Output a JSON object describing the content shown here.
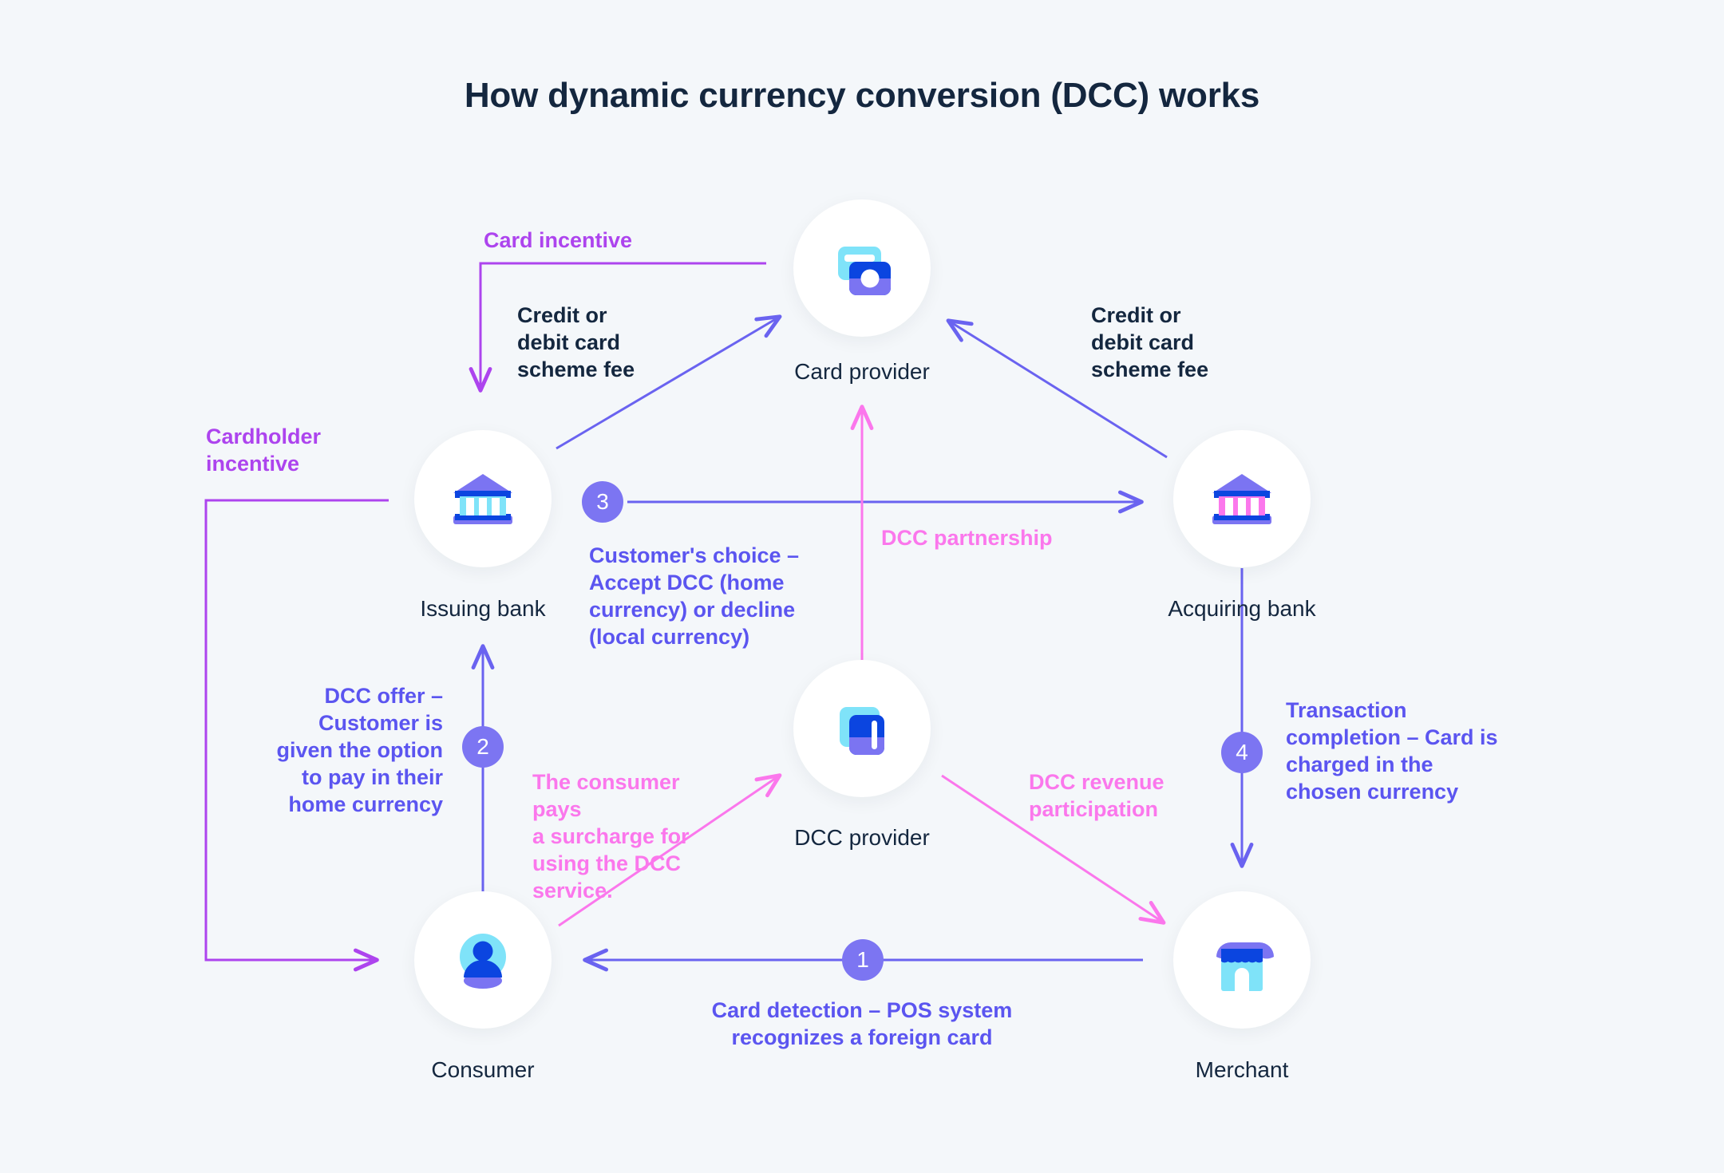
{
  "title": "How dynamic currency conversion (DCC) works",
  "colors": {
    "background": "#f4f7fa",
    "title": "#14273f",
    "violet": "#5b55f0",
    "violet_line": "#6a63f0",
    "purple": "#ad44ee",
    "pink": "#fb77ec",
    "badge": "#7c75f2",
    "node_bg": "#ffffff",
    "icon_cyan": "#7fe3f9",
    "icon_blue": "#0b45e0",
    "icon_violet": "#7b74f2"
  },
  "nodes": [
    {
      "id": "card-provider",
      "label": "Card provider",
      "icon": "credit-cards-icon"
    },
    {
      "id": "issuing-bank",
      "label": "Issuing bank",
      "icon": "bank-cyan-icon"
    },
    {
      "id": "acquiring-bank",
      "label": "Acquiring bank",
      "icon": "bank-pink-icon"
    },
    {
      "id": "dcc-provider",
      "label": "DCC provider",
      "icon": "card-vertical-icon"
    },
    {
      "id": "consumer",
      "label": "Consumer",
      "icon": "person-icon"
    },
    {
      "id": "merchant",
      "label": "Merchant",
      "icon": "storefront-icon"
    }
  ],
  "labels": {
    "card_incentive": "Card incentive",
    "cardholder_incentive": "Cardholder\nincentive",
    "scheme_fee_left": "Credit or\ndebit card\nscheme fee",
    "scheme_fee_right": "Credit or\ndebit card\nscheme fee",
    "dcc_partnership": "DCC partnership",
    "dcc_revenue_participation": "DCC revenue\nparticipation",
    "consumer_surcharge": "The consumer pays\na surcharge for\nusing the DCC\nservice."
  },
  "steps": [
    {
      "number": "1",
      "text": "Card detection – POS system\nrecognizes a foreign card"
    },
    {
      "number": "2",
      "text": "DCC offer –\nCustomer is\ngiven the option\nto pay in their\nhome currency"
    },
    {
      "number": "3",
      "text": "Customer's choice –\nAccept DCC (home\ncurrency) or decline\n(local currency)"
    },
    {
      "number": "4",
      "text": "Transaction\ncompletion – Card is\ncharged in the\nchosen currency"
    }
  ]
}
